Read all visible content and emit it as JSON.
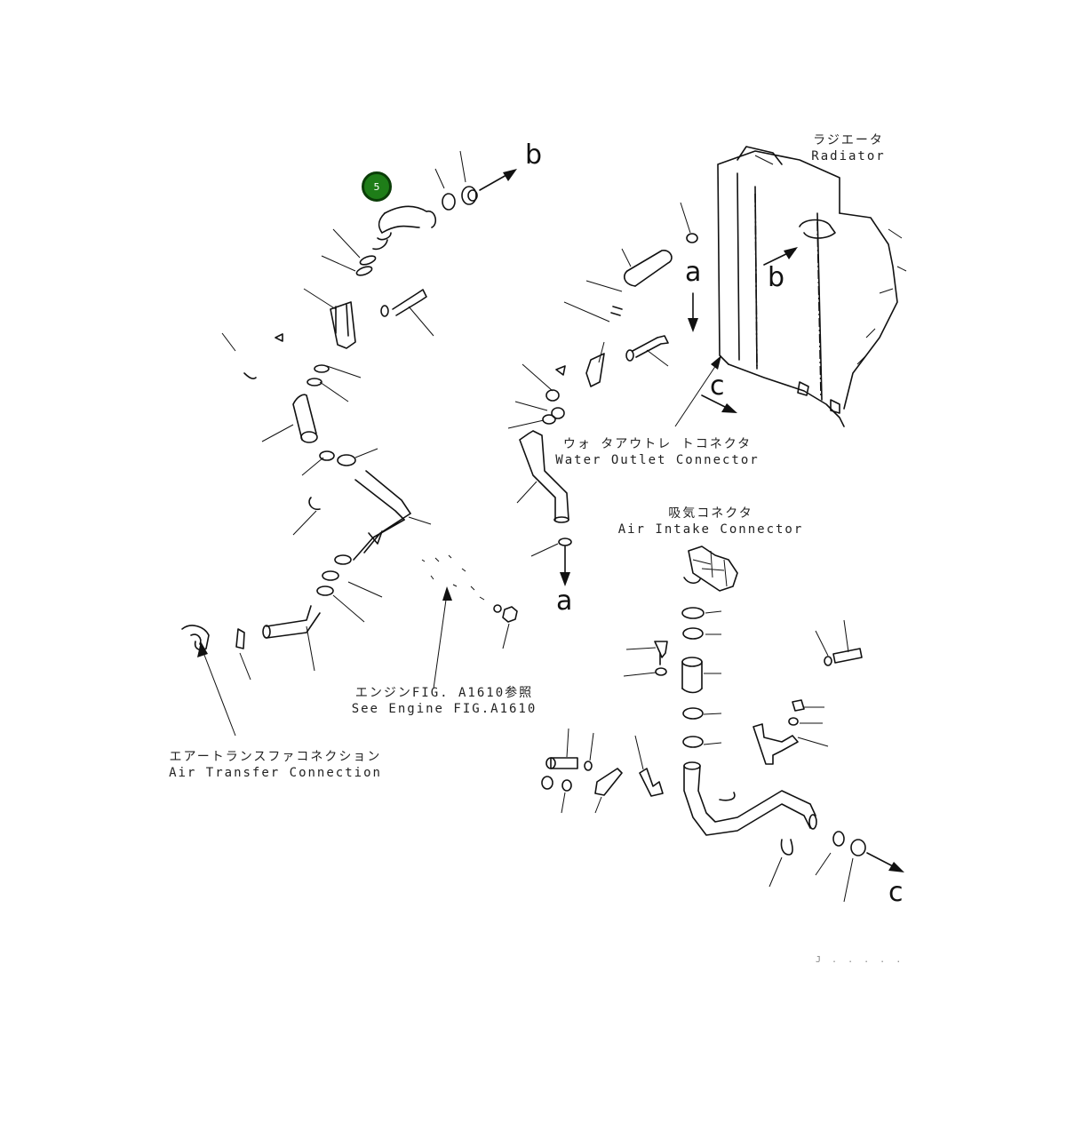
{
  "callouts": [
    {
      "number": "5",
      "color": "#1e7d18"
    }
  ],
  "labels": {
    "radiator_jp": "ラジエータ",
    "radiator_en": "Radiator",
    "water_outlet_jp": "ウォ タアウトレ トコネクタ",
    "water_outlet_en": "Water Outlet Connector",
    "air_intake_jp": "吸気コネクタ",
    "air_intake_en": "Air Intake Connector",
    "engine_ref_jp": "エンジンFIG. A1610参照",
    "engine_ref_en": "See Engine FIG.A1610",
    "air_transfer_jp": "エアートランスファコネクション",
    "air_transfer_en": "Air Transfer Connection"
  },
  "references": {
    "a": "a",
    "b": "b",
    "c": "c"
  },
  "drawing_id": "J . . . . ."
}
